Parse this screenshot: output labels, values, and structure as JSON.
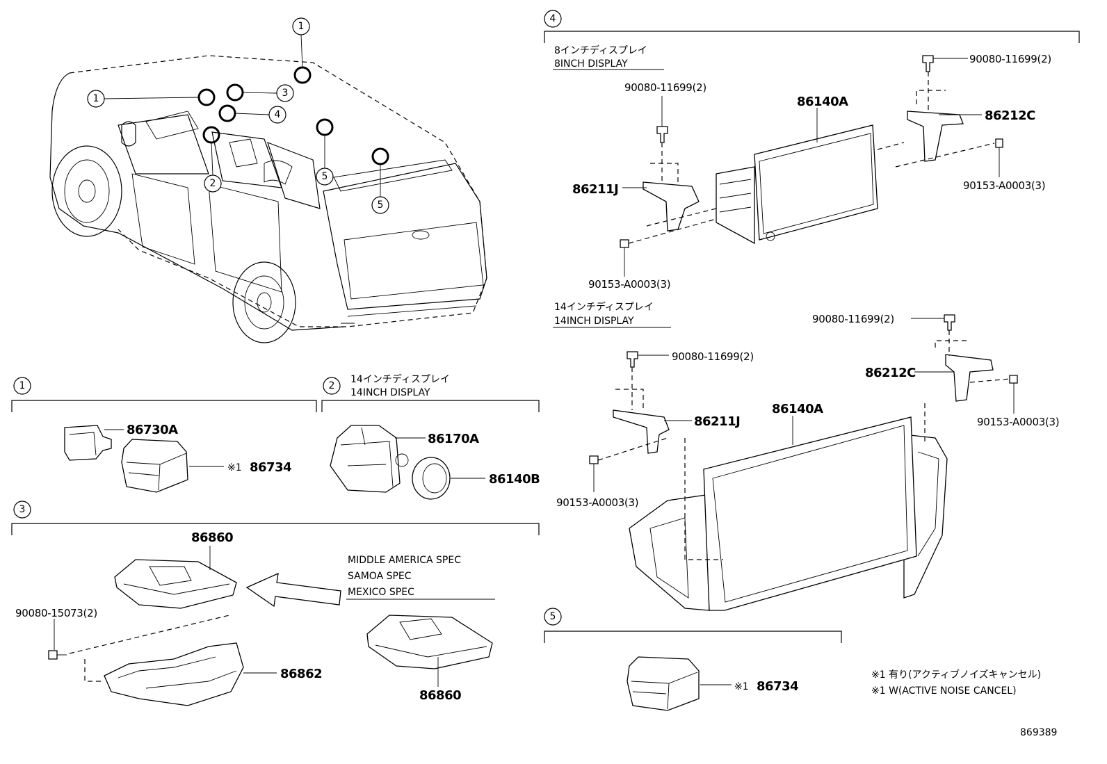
{
  "callouts": {
    "c1": "1",
    "c2": "2",
    "c3": "3",
    "c4": "4",
    "c5": "5"
  },
  "section_4": {
    "display8_jp": "8インチディスプレイ",
    "display8_en": "8INCH DISPLAY",
    "display14_jp": "14インチディスプレイ",
    "display14_en": "14INCH DISPLAY",
    "parts8": {
      "screw_top_right": "90080-11699(2)",
      "screw_top_left": "90080-11699(2)",
      "display": "86140A",
      "bracket_right": "86212C",
      "bracket_left": "86211J",
      "screw_side_right": "90153-A0003(3)",
      "screw_bottom_left": "90153-A0003(3)"
    },
    "parts14": {
      "screw_top_right": "90080-11699(2)",
      "screw_top_left": "90080-11699(2)",
      "bracket_right": "86212C",
      "screw_side_right": "90153-A0003(3)",
      "bracket_left": "86211J",
      "display": "86140A",
      "screw_left": "90153-A0003(3)"
    }
  },
  "section_1": {
    "part_a": "86730A",
    "mark_b": "※1",
    "part_b": "86734"
  },
  "section_2": {
    "title_jp": "14インチディスプレイ",
    "title_en": "14INCH DISPLAY",
    "part_a": "86170A",
    "part_b": "86140B"
  },
  "section_3": {
    "part_top": "86860",
    "screw": "90080-15073(2)",
    "bracket": "86862",
    "spec_lines": [
      "MIDDLE AMERICA SPEC",
      "SAMOA SPEC",
      "MEXICO SPEC"
    ],
    "part_spec": "86860"
  },
  "section_5": {
    "mark": "※1",
    "part": "86734"
  },
  "notes": {
    "line1": "※1 有り(アクティブノイズキャンセル)",
    "line2": "※1 W(ACTIVE NOISE CANCEL)"
  },
  "illustration_number": "869389"
}
